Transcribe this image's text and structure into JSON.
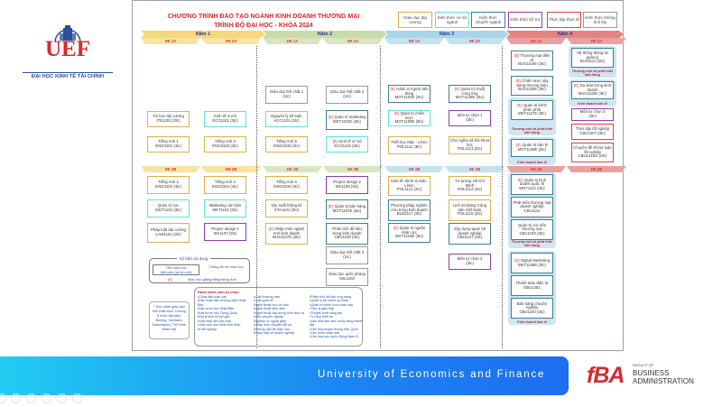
{
  "logo": {
    "name": "UEF",
    "subtitle": "ĐẠI HỌC KINH TẾ TÀI CHÍNH"
  },
  "header": {
    "title1": "CHƯƠNG TRÌNH ĐÀO TẠO NGÀNH KINH DOANH THƯƠNG MẠI",
    "title2": "TRÌNH ĐỘ ĐẠI HỌC - KHÓA 2024"
  },
  "colors": {
    "gen": "#e0b050",
    "basic": "#5fe0e0",
    "major": "#3f7f94",
    "supp": "#8a3fb0",
    "intern": "#e04040",
    "none": "#9a9a9a"
  },
  "legend_types": [
    {
      "type": "gen",
      "label": "Giáo dục đại cương"
    },
    {
      "type": "basic",
      "label": "Kiến thức cơ sở ngành"
    },
    {
      "type": "major",
      "label": "Kiến thức chuyên ngành"
    },
    {
      "type": "supp",
      "label": "Kiến thức bổ trợ"
    },
    {
      "type": "intern",
      "label": "Thực tập thực tế"
    },
    {
      "type": "none",
      "label": "Kiến thức không tích lũy"
    }
  ],
  "years": [
    {
      "label": "Năm 1",
      "color": "#f6d77a",
      "sem_color": "#f8e3a0"
    },
    {
      "label": "Năm 2",
      "color": "#c9dba8",
      "sem_color": "#d8e6c0"
    },
    {
      "label": "Năm 3",
      "color": "#a8d6e6",
      "sem_color": "#c2e3ee"
    },
    {
      "label": "Năm 4",
      "color": "#e58383",
      "sem_color": "#eba0a0"
    }
  ],
  "sem_upper": [
    "HK 1A",
    "HK 2A",
    "HK 1A",
    "HK 2A",
    "HK 1A",
    "HK 2A",
    "HK 1A",
    "HK 2A"
  ],
  "sem_lower": [
    "HK 1B",
    "HK 2B",
    "HK 1B",
    "HK 2B",
    "HK 1B",
    "HK 2B",
    "HK 1B",
    "HK 2B"
  ],
  "group_labels": [
    "Thương mại và phát triển bán hàng",
    "Kinh doanh bán lẻ"
  ],
  "top_courses": [
    [
      {
        "name": "Tin học đại cương",
        "code": "ITE1201 (3tc)",
        "type": "gen"
      },
      {
        "name": "Tiếng Anh 1",
        "code": "ENG3101 (4tc)",
        "type": "gen"
      }
    ],
    [
      {
        "name": "Kinh tế vi mô",
        "code": "ECO1101 (3tc)",
        "type": "basic"
      },
      {
        "name": "Tiếng Anh 3",
        "code": "ENG3103 (4tc)",
        "type": "gen"
      }
    ],
    [
      {
        "name": "Giáo dục thể chất 1",
        "code": "(1tc)",
        "type": "none"
      },
      {
        "name": "Nguyên lý kế toán",
        "code": "ACC1101 (3tc)",
        "type": "basic"
      },
      {
        "name": "Tiếng Anh 5",
        "code": "ENG3105 (4tc)",
        "type": "gen"
      }
    ],
    [
      {
        "name": "Giáo dục thể chất 2",
        "code": "(1tc)",
        "type": "none"
      },
      {
        "e": "(E)",
        "name": "Quản trị marketing",
        "code": "MKT1102E (3tc)",
        "type": "major"
      },
      {
        "e": "(E)",
        "name": "Kinh tế vĩ mô",
        "code": "ECO1102 (3tc)",
        "type": "basic"
      }
    ],
    [
      {
        "e": "(E)",
        "name": "Hành vi người tiêu dùng",
        "code": "MGT1102E (3tc)",
        "type": "major"
      },
      {
        "e": "(E)",
        "name": "Quản trị chiến lược",
        "code": "MGT1109E (3tc)",
        "type": "basic"
      },
      {
        "name": "Triết học Mác - Lênin",
        "code": "POL1111 (3tc)",
        "type": "gen"
      }
    ],
    [
      {
        "e": "(E)",
        "name": "Quản trị chuỗi cung ứng",
        "code": "MGT1128E (3tc)",
        "type": "major"
      },
      {
        "name": "Môn tự chọn 1",
        "code": "(3tc)",
        "type": "supp"
      },
      {
        "name": "Chủ nghĩa xã hội khoa học",
        "code": "POL1113 (2tc)",
        "type": "gen"
      }
    ],
    [
      {
        "e": "(E)",
        "name": "Thương mại điện tử",
        "code": "BUS1104E (3tc)",
        "type": "major"
      },
      {
        "e": "(E)",
        "name": "Chiến lược xây dựng thương hiệu",
        "code": "BUS1130E (3tc)",
        "type": "major"
      },
      {
        "e": "(E)",
        "name": "Quản trị kênh phân phối",
        "code": "MKT1127E (3tc)",
        "type": "major"
      },
      {
        "e": "(E)",
        "name": "Quản trị bán lẻ",
        "code": "MGT1149E (3tc)",
        "type": "major"
      }
    ],
    [
      {
        "name": "Hệ thống thông tin quản lý",
        "code": "BUS1113 (3tc)",
        "type": "major"
      },
      {
        "e": "(E)",
        "name": "Dự báo trong kinh doanh",
        "code": "BUS1132E (3tc)",
        "type": "major"
      },
      {
        "name": "Môn tự chọn 3",
        "code": "(3tc)",
        "type": "supp"
      },
      {
        "name": "Thực tập tốt nghiệp",
        "code": "CBU1307 (3tc)",
        "type": "intern"
      },
      {
        "name": "Chuyên đề /Khóa luận tốt nghiệp",
        "code": "CBU1410/2 (6tc)",
        "type": "intern"
      }
    ]
  ],
  "bottom_courses": [
    [
      {
        "name": "Tiếng Anh 2",
        "code": "ENG3102 (4tc)",
        "type": "gen"
      },
      {
        "name": "Quản trị học",
        "code": "MGT1101 (3tc)",
        "type": "basic"
      },
      {
        "name": "Pháp luật đại cương",
        "code": "LAW1101 (3tc)",
        "type": "gen"
      }
    ],
    [
      {
        "name": "Tiếng Anh 4",
        "code": "ENG3104 (4tc)",
        "type": "gen"
      },
      {
        "name": "Marketing căn bản",
        "code": "MKT1101 (3tc)",
        "type": "basic"
      },
      {
        "name": "Project design 1",
        "code": "SKI1107 (3tc)",
        "type": "supp"
      }
    ],
    [
      {
        "name": "Tiếng Anh 6",
        "code": "ENG3106 (4tc)",
        "type": "gen"
      },
      {
        "name": "Xác suất thống kê",
        "code": "STA1101 (3tc)",
        "type": "gen"
      },
      {
        "e": "(E)",
        "name": "Nhập môn ngành Anh kinh doanh",
        "code": "BUS1127E (3tc)",
        "type": "gen"
      }
    ],
    [
      {
        "name": "Project design 2",
        "code": "SKI1108 (3tc)",
        "type": "supp"
      },
      {
        "e": "(E)",
        "name": "Quản trị bán hàng",
        "code": "MGT1107E (3tc)",
        "type": "major"
      },
      {
        "name": "Phân tích dữ liệu trong kinh doanh",
        "code": "CBU1109 (3tc)",
        "type": "major"
      },
      {
        "name": "Giáo dục thể chất 3",
        "code": "(1tc)",
        "type": "none"
      },
      {
        "name": "Giáo dục quốc phòng",
        "code": "MIL1203",
        "type": "none"
      }
    ],
    [
      {
        "name": "Kinh tế chính trị Mác-Lênin",
        "code": "POL1112 (2tc)",
        "type": "gen"
      },
      {
        "name": "Phương pháp nghiên cứu trong kinh doanh",
        "code": "BUS1117 (3tc)",
        "type": "major"
      },
      {
        "e": "(E)",
        "name": "Quản trị nguồn nhân lực",
        "code": "MGT1110E (3tc)",
        "type": "major"
      }
    ],
    [
      {
        "name": "Tư tưởng Hồ Chí Minh",
        "code": "POL1114 (2tc)",
        "type": "gen"
      },
      {
        "name": "Lịch sử Đảng Cộng sản Việt Nam",
        "code": "POL1115 (2tc)",
        "type": "gen"
      },
      {
        "name": "Xây dựng quan hệ doanh nghiệp",
        "code": "CBU1117 (3tc)",
        "type": "major"
      },
      {
        "name": "Môn tự chọn 2",
        "code": "(3tc)",
        "type": "supp"
      }
    ],
    [
      {
        "e": "(E)",
        "name": "Quản trị kinh doanh quốc tế",
        "code": "MGT1113 (3tc)",
        "type": "major"
      },
      {
        "name": "Phát triển thương mại doanh nghiệp",
        "code": "CBU1112",
        "type": "major"
      },
      {
        "name": "Quản trị xúc tiến thương mại",
        "code": "CBU1103 (3tc)",
        "type": "major"
      },
      {
        "e": "(E)",
        "name": "Digital Marketing",
        "code": "MKT1135E (3tc)",
        "type": "major"
      },
      {
        "name": "Thanh toán điện tử",
        "code": "EBU1301",
        "type": "major"
      },
      {
        "name": "Bán hàng chuyên nghiệp",
        "code": "CBU1102 (3tc)",
        "type": "major"
      }
    ],
    []
  ],
  "legend": {
    "title": "Ký hiệu sử dụng",
    "course_name": "Tên môn học",
    "course_code": "Mã môn (số tín chỉ)",
    "info": "Thông tin về môn học",
    "e_mark": "(E)",
    "e_desc": "Môn học giảng bằng tiếng Anh"
  },
  "note": "* Học phần giáo dục thể chất chọn 3 trong 5 môn: Aerobic, Boxing, Vovinam, Dancesport, Thể hình thẩm mỹ",
  "electives": {
    "title": "Danh sách môn tự chọn",
    "columns": [
      [
        "•Công dân toàn cầu",
        "•Đắc nhân tâm phong cách Nhật Bản",
        "•Đất nước học Nhật Bản",
        "•Đất nước học Trung Quốc",
        "•Địa lý kinh tế thế giới",
        "•Giao tiếp liên văn hóa",
        "•Giáo dục sức khỏe tinh thần",
        "•Khởi nghiệp"
      ],
      [
        "•Luật thương mại",
        "•Luật quốc tế",
        "•Nghệ thuật học cơ bản",
        "•Nghệ thuật lãnh đạo",
        "•Nghệ thuật xây dựng hình ảnh cá nhân chuyên nghiệp",
        "•Nghiệp vụ ngoại giao",
        "•Nhập môn chuyển đổi số",
        "•Những vấn đề toàn cầu",
        "•Pháp luật về doanh nghiệp"
      ],
      [
        "•Phân tích dữ liệu ứng dụng",
        "•Quản lý tài chính cá nhân",
        "•Quản trị chiến lược toàn cầu",
        "•Tâm lý giao tiếp",
        "•Thuyết trình sáng tạo",
        "•Tư duy thiết kế",
        "•Văn hóa làm việc và kỹ năng thành đạt",
        "•Văn hóa truyền thống Hàn Quốc",
        "•Văn minh nhân loại",
        "•Văn hóa các nước Đông Nam Á"
      ]
    ]
  },
  "footer": {
    "university": "University of Economics and Finance",
    "fba_mark": "fBA",
    "faculty_of": "FACULTY OF",
    "business": "BUSINESS",
    "administration": "ADMINISTRATION"
  }
}
